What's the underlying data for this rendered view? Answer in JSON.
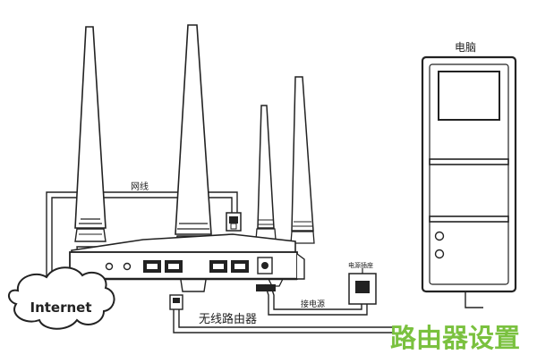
{
  "labels": {
    "network_cable": "网线",
    "computer": "电脑",
    "internet": "Internet",
    "power_socket": "电源插座",
    "connect_power": "接电源",
    "wireless_router": "无线路由器",
    "watermark": "路由器设置"
  },
  "colors": {
    "line": "#222222",
    "watermark": "#7ac13f",
    "background": "#ffffff"
  }
}
